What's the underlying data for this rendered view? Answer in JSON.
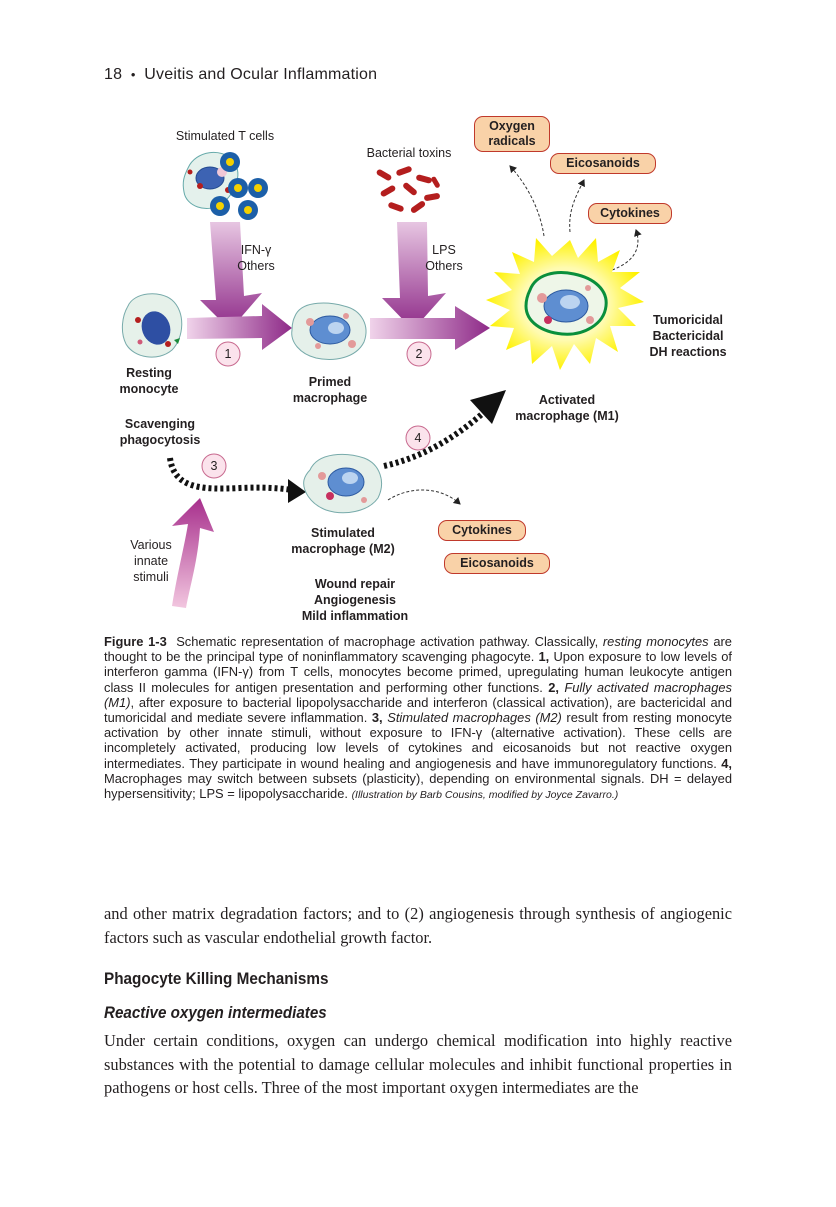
{
  "running_head": {
    "page_number": "18",
    "bullet": "•",
    "book_title": "Uveitis and Ocular Inflammation"
  },
  "figure": {
    "labels": {
      "stimulated_t_cells": "Stimulated T cells",
      "bacterial_toxins": "Bacterial toxins",
      "ifn_others": "IFN-γ\nOthers",
      "lps_others": "LPS\nOthers",
      "resting_monocyte": "Resting\nmonocyte",
      "primed_macrophage": "Primed\nmacrophage",
      "activated_macrophage": "Activated\nmacrophage (M1)",
      "m1_functions": "Tumoricidal\nBactericidal\nDH reactions",
      "scavenging": "Scavenging\nphagocytosis",
      "various_stimuli": "Various\ninnate\nstimuli",
      "stimulated_macrophage": "Stimulated\nmacrophage (M2)",
      "m2_functions": "Wound repair\nAngiogenesis\nMild inflammation"
    },
    "steps": [
      "1",
      "2",
      "3",
      "4"
    ],
    "m1_products": {
      "oxygen_radicals": "Oxygen\nradicals",
      "eicosanoids": "Eicosanoids",
      "cytokines": "Cytokines"
    },
    "m2_products": {
      "cytokines": "Cytokines",
      "eicosanoids": "Eicosanoids"
    },
    "colors": {
      "arrow_purple": "#9b2f8f",
      "arrow_pink": "#c8559f",
      "box_fill": "#f9d2a8",
      "box_border": "#c0392b",
      "burst_yellow": "#fff200",
      "m1_outline": "#0a8f3c",
      "nucleus_blue": "#3d63b3",
      "bacteria_red": "#b41e1e"
    }
  },
  "caption": {
    "figure_label": "Figure 1-3",
    "intro": "Schematic representation of macrophage activation pathway. Classically, ",
    "resting_term": "resting monocytes",
    "intro_end": " are thought to be the principal type of noninflammatory scavenging phagocyte. ",
    "p1_num": "1,",
    "p1_text": " Upon exposure to low levels of interferon gamma (IFN-γ) from T cells, monocytes become primed, upregulating human leukocyte antigen class II molecules for antigen presentation and performing other functions. ",
    "p2_num": "2,",
    "p2_term": "Fully activated macrophages (M1)",
    "p2_text": ", after exposure to bacterial lipopolysaccharide and interferon (classical activation), are bactericidal and tumoricidal and mediate severe inflammation. ",
    "p3_num": "3,",
    "p3_term": "Stimulated macrophages (M2)",
    "p3_text": " result from resting monocyte activation by other innate stimuli, without exposure to IFN-γ (alternative activation). These cells are incompletely activated, producing low levels of cytokines and eicosanoids but not reactive oxygen intermediates. They participate in wound healing and angiogenesis and have immunoregulatory functions. ",
    "p4_num": "4,",
    "p4_text": " Macrophages may switch between subsets (plasticity), depending on environmental signals. DH = delayed hypersensitivity; LPS = lipopolysaccharide. ",
    "credit": "(Illustration by Barb Cousins, modified by Joyce Zavarro.)"
  },
  "body": {
    "continuation": "and other matrix degradation factors; and to (2) angiogenesis through synthesis of angiogenic factors such as vascular endothelial growth factor.",
    "section_heading": "Phagocyte Killing Mechanisms",
    "subsection_heading": "Reactive oxygen intermediates",
    "paragraph": "Under certain conditions, oxygen can undergo chemical modification into highly reactive substances with the potential to damage cellular molecules and inhibit functional properties in pathogens or host cells. Three of the most important oxygen intermediates are the"
  }
}
